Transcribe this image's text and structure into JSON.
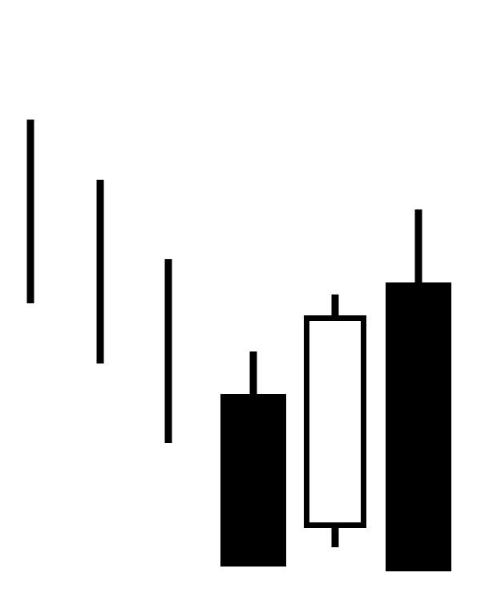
{
  "chart_data": {
    "type": "candlestick",
    "title": "",
    "xlabel": "",
    "ylabel": "",
    "grid": false,
    "legend": "none",
    "ylim": [
      0,
      744
    ],
    "colors": {
      "background": "#ffffff",
      "bearish": "#000000",
      "bullish_fill": "#ffffff",
      "bullish_stroke": "#000000"
    },
    "candles": [
      {
        "index": 1,
        "open": 595,
        "high": 595,
        "low": 366,
        "close": 366,
        "kind": "line"
      },
      {
        "index": 2,
        "open": 520,
        "high": 520,
        "low": 291,
        "close": 291,
        "kind": "line"
      },
      {
        "index": 3,
        "open": 421,
        "high": 421,
        "low": 192,
        "close": 192,
        "kind": "line"
      },
      {
        "index": 4,
        "open": 253,
        "high": 306,
        "low": 38,
        "close": 38,
        "kind": "bearish"
      },
      {
        "index": 5,
        "open": 86,
        "high": 377,
        "low": 62,
        "close": 351,
        "kind": "bullish"
      },
      {
        "index": 6,
        "open": 392,
        "high": 483,
        "low": 32,
        "close": 32,
        "kind": "bearish"
      }
    ]
  }
}
